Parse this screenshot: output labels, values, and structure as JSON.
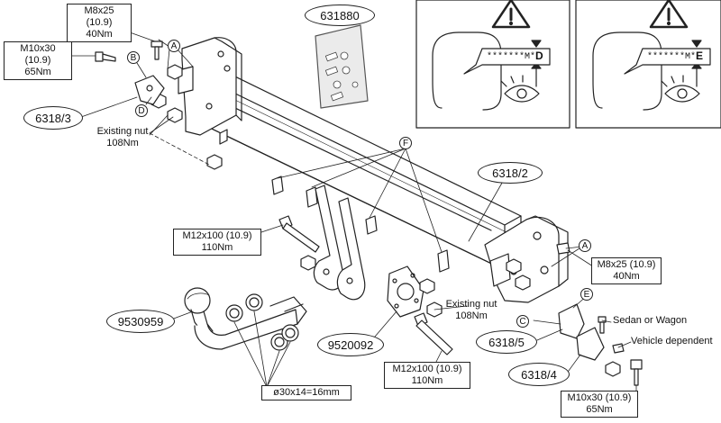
{
  "warning_panels": [
    {
      "icon": "warning-triangle-icon",
      "tag_text": "*******M*",
      "tag_letter": "D"
    },
    {
      "icon": "warning-triangle-icon",
      "tag_text": "*******M*",
      "tag_letter": "E"
    }
  ],
  "kit_number": "631880",
  "parts": {
    "bracket_left": "6318/3",
    "main_bar": "6318/2",
    "ball": "9530959",
    "plate": "9520092",
    "bracket_c": "6318/5",
    "bracket_e": "6318/4"
  },
  "callouts": {
    "a": "A",
    "b": "B",
    "c": "C",
    "d": "D",
    "e": "E",
    "f": "F"
  },
  "fasteners": {
    "top_bolt": {
      "spec": "M8x25 (10.9)",
      "torque": "40Nm"
    },
    "left_bolt": {
      "spec": "M10x30 (10.9)",
      "torque": "65Nm"
    },
    "existing_nut_left": {
      "label": "Existing nut",
      "torque": "108Nm"
    },
    "mid_bolt": {
      "spec": "M12x100 (10.9)",
      "torque": "110Nm"
    },
    "right_bolt": {
      "spec": "M8x25 (10.9)",
      "torque": "40Nm"
    },
    "existing_nut_right": {
      "label": "Existing nut",
      "torque": "108Nm"
    },
    "bottom_bolt": {
      "spec": "M12x100 (10.9)",
      "torque": "110Nm"
    },
    "bottom_right_bolt": {
      "spec": "M10x30 (10.9)",
      "torque": "65Nm"
    }
  },
  "notes": {
    "sedan": "Sedan or Wagon",
    "vehicle": "Vehicle dependent",
    "spacers": "ø30x14=16mm"
  }
}
